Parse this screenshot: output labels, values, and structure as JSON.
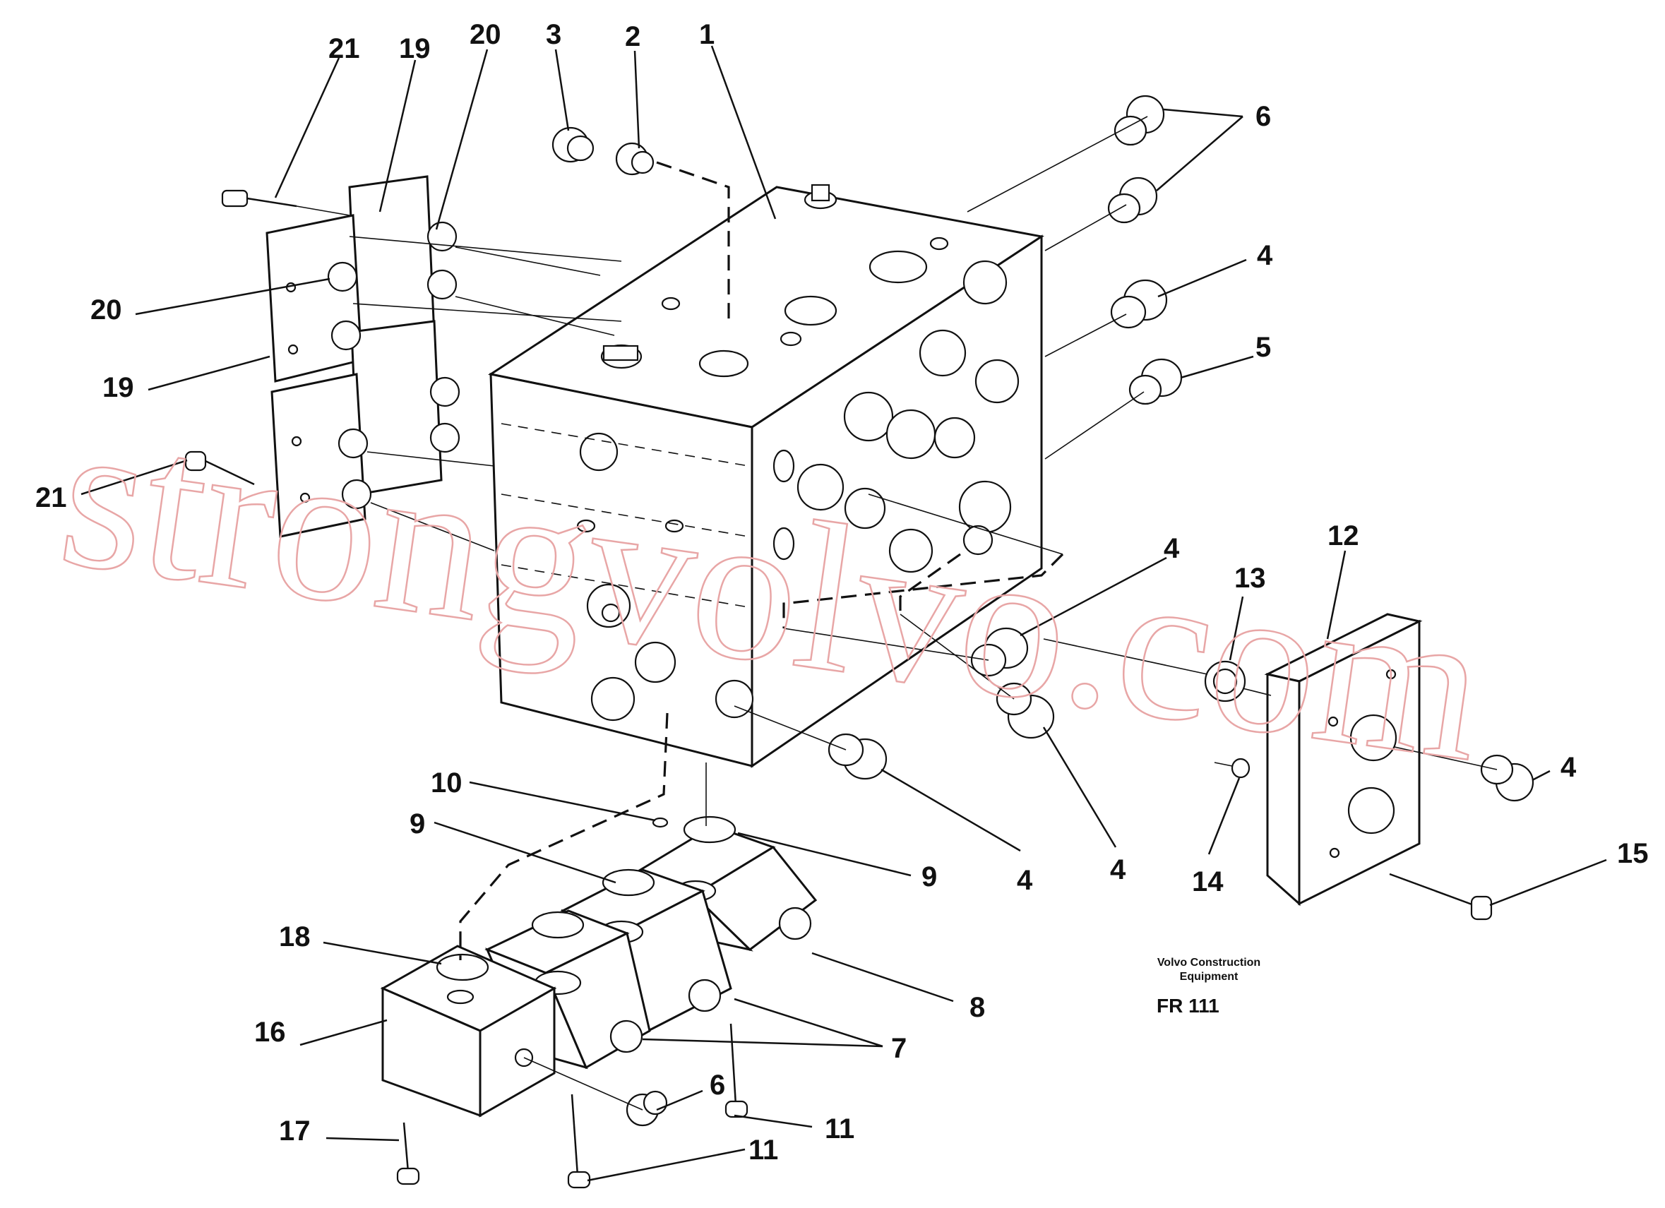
{
  "diagram": {
    "credit_line1": "Volvo Construction",
    "credit_line2": "Equipment",
    "figure_code": "FR 111",
    "watermark": "strongvolvo.com",
    "watermark_color": "#e8a6a6",
    "callouts": [
      {
        "id": "c1",
        "text": "1"
      },
      {
        "id": "c2",
        "text": "2"
      },
      {
        "id": "c3",
        "text": "3"
      },
      {
        "id": "c4a",
        "text": "4"
      },
      {
        "id": "c4b",
        "text": "4"
      },
      {
        "id": "c4c",
        "text": "4"
      },
      {
        "id": "c4d",
        "text": "4"
      },
      {
        "id": "c4e",
        "text": "4"
      },
      {
        "id": "c5",
        "text": "5"
      },
      {
        "id": "c6a",
        "text": "6"
      },
      {
        "id": "c6b",
        "text": "6"
      },
      {
        "id": "c7",
        "text": "7"
      },
      {
        "id": "c8",
        "text": "8"
      },
      {
        "id": "c9a",
        "text": "9"
      },
      {
        "id": "c9b",
        "text": "9"
      },
      {
        "id": "c10",
        "text": "10"
      },
      {
        "id": "c11a",
        "text": "11"
      },
      {
        "id": "c11b",
        "text": "11"
      },
      {
        "id": "c12",
        "text": "12"
      },
      {
        "id": "c13",
        "text": "13"
      },
      {
        "id": "c14",
        "text": "14"
      },
      {
        "id": "c15",
        "text": "15"
      },
      {
        "id": "c16",
        "text": "16"
      },
      {
        "id": "c17",
        "text": "17"
      },
      {
        "id": "c18",
        "text": "18"
      },
      {
        "id": "c19a",
        "text": "19"
      },
      {
        "id": "c19b",
        "text": "19"
      },
      {
        "id": "c20a",
        "text": "20"
      },
      {
        "id": "c20b",
        "text": "20"
      },
      {
        "id": "c21a",
        "text": "21"
      },
      {
        "id": "c21b",
        "text": "21"
      }
    ]
  }
}
